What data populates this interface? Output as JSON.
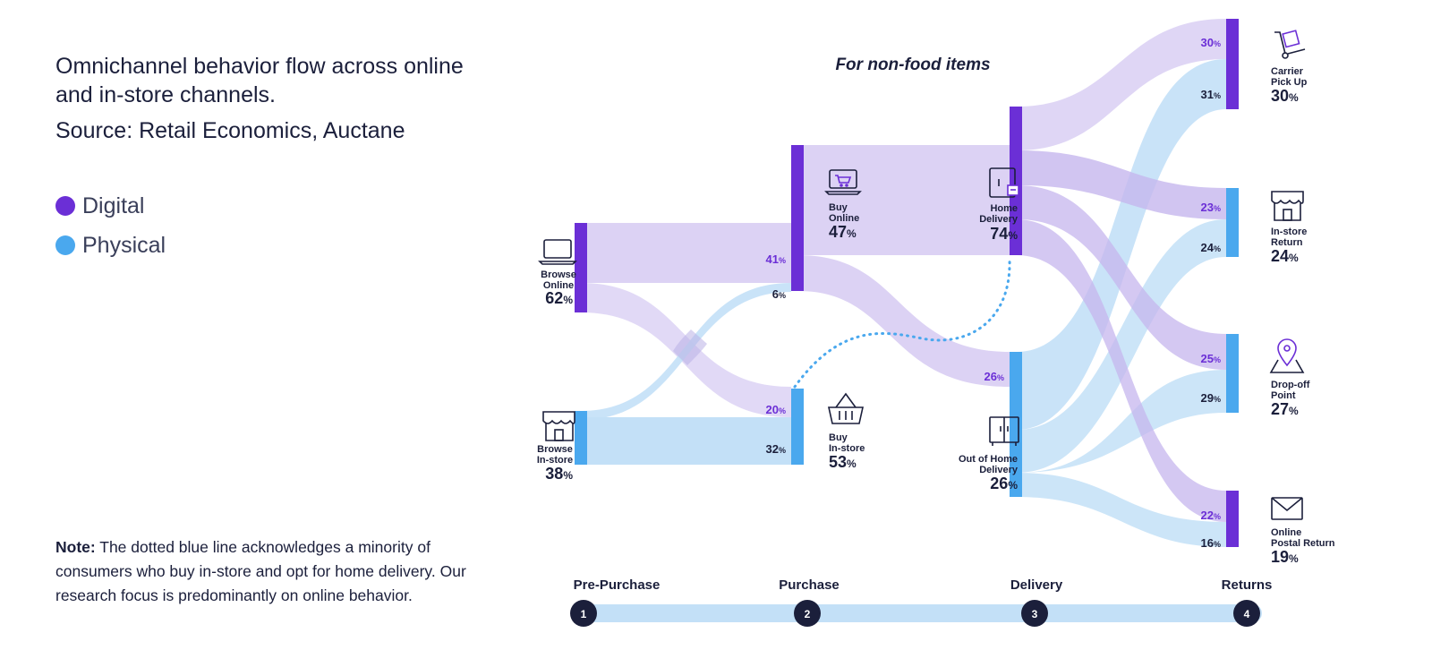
{
  "title": "Omnichannel behavior flow across online and in-store channels.",
  "source": "Source: Retail Economics, Auctane",
  "legend": [
    {
      "label": "Digital",
      "color": "#6b2fd6"
    },
    {
      "label": "Physical",
      "color": "#4aa8ee"
    }
  ],
  "note": {
    "bold": "Note:",
    "text": " The dotted blue line acknowledges a minority of consumers who buy in-store and opt for home delivery. Our research focus is predominantly on online behavior."
  },
  "subtitle": "For non-food items",
  "colors": {
    "digital": "#6b2fd6",
    "physical": "#4aa8ee",
    "digital_flow": "#dcd2f4",
    "physical_flow": "#c3e0f7",
    "dark": "#1b1f3b"
  },
  "nodes": {
    "browse_online": {
      "line1": "Browse",
      "line2": "Online",
      "value": "62",
      "unit": "%",
      "icon": "laptop-icon"
    },
    "browse_instore": {
      "line1": "Browse",
      "line2": "In-store",
      "value": "38",
      "unit": "%",
      "icon": "storefront-icon"
    },
    "buy_online": {
      "line1": "Buy",
      "line2": "Online",
      "value": "47",
      "unit": "%",
      "icon": "laptop-cart-icon"
    },
    "buy_instore": {
      "line1": "Buy",
      "line2": "In-store",
      "value": "53",
      "unit": "%",
      "icon": "basket-icon"
    },
    "home_delivery": {
      "line1": "Home",
      "line2": "Delivery",
      "value": "74",
      "unit": "%",
      "icon": "door-package-icon"
    },
    "out_of_home": {
      "line1": "Out of Home",
      "line2": "Delivery",
      "value": "26",
      "unit": "%",
      "icon": "locker-icon"
    },
    "carrier_pickup": {
      "line1": "Carrier",
      "line2": "Pick Up",
      "value": "30",
      "unit": "%",
      "icon": "hand-truck-icon"
    },
    "instore_return": {
      "line1": "In-store",
      "line2": "Return",
      "value": "24",
      "unit": "%",
      "icon": "storefront-icon"
    },
    "dropoff_point": {
      "line1": "Drop-off",
      "line2": "Point",
      "value": "27",
      "unit": "%",
      "icon": "map-pin-icon"
    },
    "online_postal": {
      "line1": "Online",
      "line2": "Postal Return",
      "value": "19",
      "unit": "%",
      "icon": "envelope-icon"
    }
  },
  "flow_labels": {
    "online_to_online": "41",
    "instore_to_online": "6",
    "online_to_instore": "20",
    "instore_to_instore": "32",
    "buyonline_to_ooh": "26",
    "carrier_digital": "30",
    "carrier_physical": "31",
    "instore_digital": "23",
    "instore_physical": "24",
    "dropoff_digital": "25",
    "dropoff_physical": "29",
    "postal_digital": "22",
    "postal_physical": "16",
    "unit": "%"
  },
  "stages": [
    {
      "label": "Pre-Purchase",
      "num": "1"
    },
    {
      "label": "Purchase",
      "num": "2"
    },
    {
      "label": "Delivery",
      "num": "3"
    },
    {
      "label": "Returns",
      "num": "4"
    }
  ]
}
